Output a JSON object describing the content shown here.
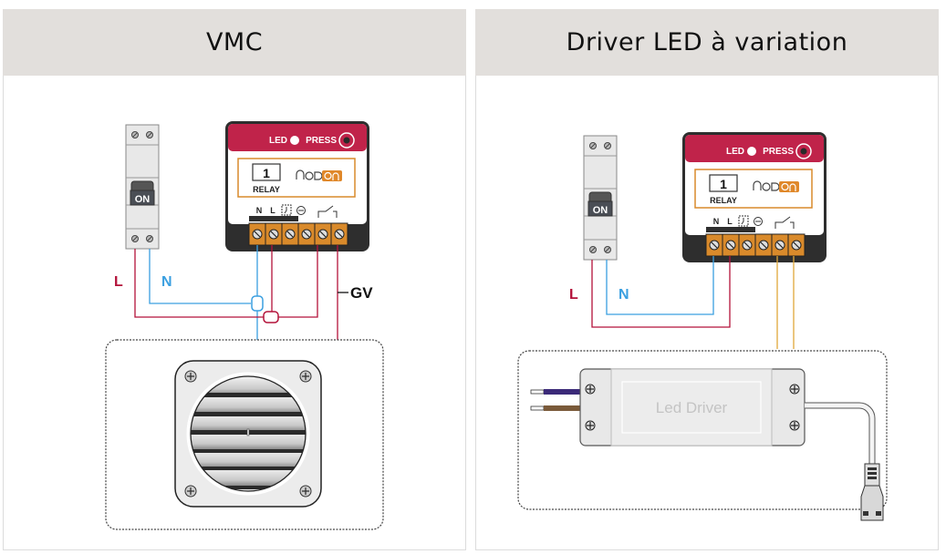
{
  "panels": [
    {
      "title": "VMC",
      "breaker": {
        "switch_label": "ON"
      },
      "module": {
        "led_label": "LED",
        "press_label": "PRESS",
        "channel_number": "1",
        "type_label": "RELAY",
        "brand": "nodon",
        "terminal_labels": [
          "N",
          "L"
        ]
      },
      "wire_labels": {
        "live": "L",
        "neutral": "N",
        "fan": "GV"
      },
      "load": {
        "name": "ventilation-grille"
      }
    },
    {
      "title": "Driver LED à variation",
      "breaker": {
        "switch_label": "ON"
      },
      "module": {
        "led_label": "LED",
        "press_label": "PRESS",
        "channel_number": "1",
        "type_label": "RELAY",
        "brand": "nodon",
        "terminal_labels": [
          "N",
          "L"
        ]
      },
      "wire_labels": {
        "live": "L",
        "neutral": "N"
      },
      "load": {
        "name": "led-driver",
        "label": "Led Driver"
      }
    }
  ],
  "colors": {
    "live_wire": "#b3123a",
    "neutral_wire": "#3a9fe0",
    "dim_wire": "#e0a83a",
    "module_top": "#c0234a",
    "terminal": "#d98a2b",
    "brand_accent": "#e0882a",
    "header_bg": "#e2dfdc"
  }
}
